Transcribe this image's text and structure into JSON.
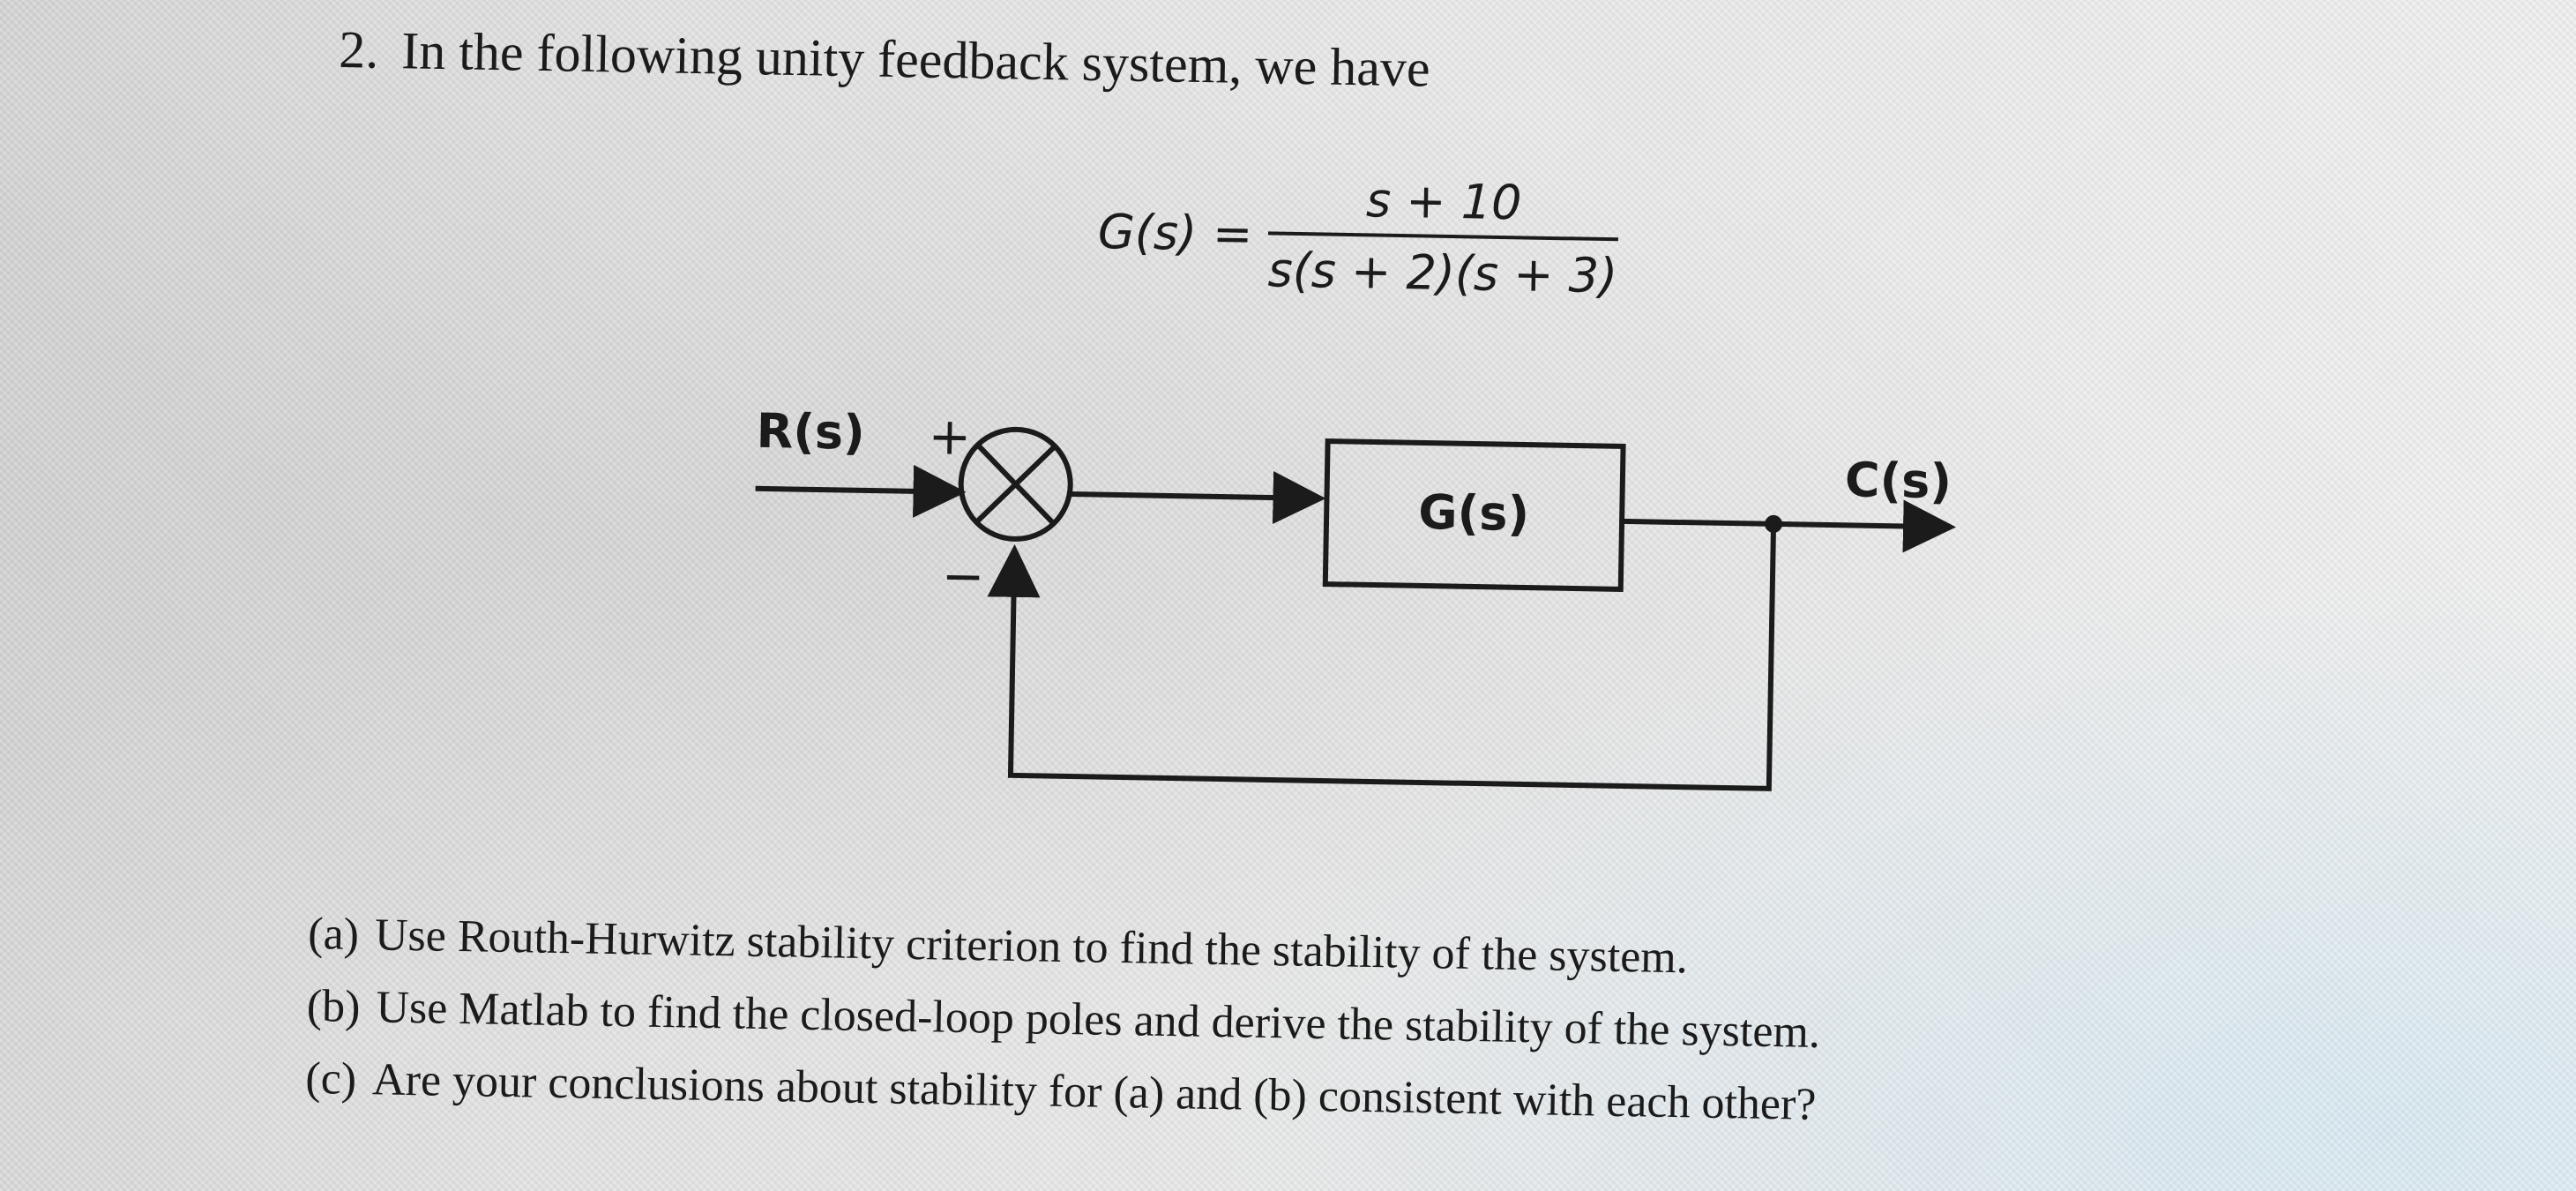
{
  "problem": {
    "number": "2.",
    "statement": "In the following unity feedback system, we have"
  },
  "formula": {
    "lhs": "G(s)",
    "equals": "=",
    "numerator": "s + 10",
    "denominator": "s(s + 2)(s + 3)"
  },
  "diagram": {
    "input_label": "R(s)",
    "plus_sign": "+",
    "minus_sign": "−",
    "block_label": "G(s)",
    "output_label": "C(s)"
  },
  "questions": [
    {
      "label": "(a)",
      "text": "Use Routh-Hurwitz stability criterion to find the stability of the system."
    },
    {
      "label": "(b)",
      "text": "Use Matlab to find the closed-loop poles and derive the stability of the system."
    },
    {
      "label": "(c)",
      "text": "Are your conclusions about stability for (a) and (b) consistent with each other?"
    }
  ]
}
